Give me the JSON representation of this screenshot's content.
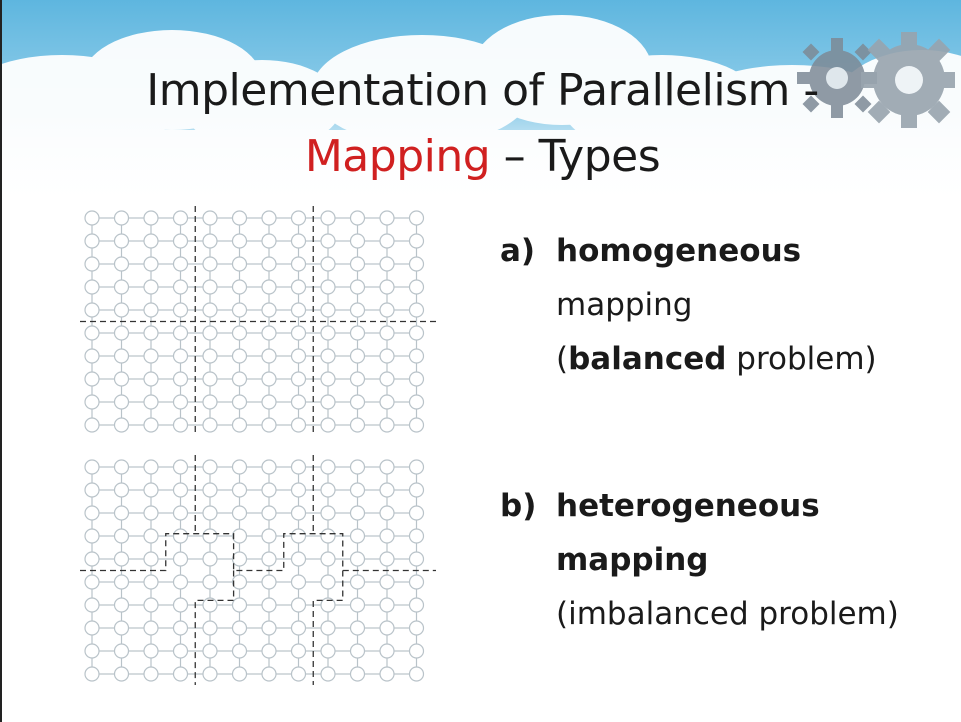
{
  "title": {
    "line1": "Implementation of Parallelism -",
    "accent": "Mapping",
    "line2_rest": " – Types"
  },
  "items": [
    {
      "marker": "a)",
      "term": "homogeneous",
      "line2": "mapping",
      "paren_open": "(",
      "paren_bold": "balanced",
      "paren_rest": " problem)"
    },
    {
      "marker": "b)",
      "term": "heterogeneous",
      "line2": "mapping",
      "line3": "(imbalanced problem)"
    }
  ],
  "colors": {
    "accent": "#d02020",
    "node_stroke": "#b9c3c9",
    "partition_line": "#333333"
  },
  "diagrams": [
    {
      "name": "homogeneous-grid",
      "rows": 10,
      "cols": 12,
      "partition": "uniform 3x2 blocks"
    },
    {
      "name": "heterogeneous-grid",
      "rows": 10,
      "cols": 12,
      "partition": "irregular blocks"
    }
  ]
}
